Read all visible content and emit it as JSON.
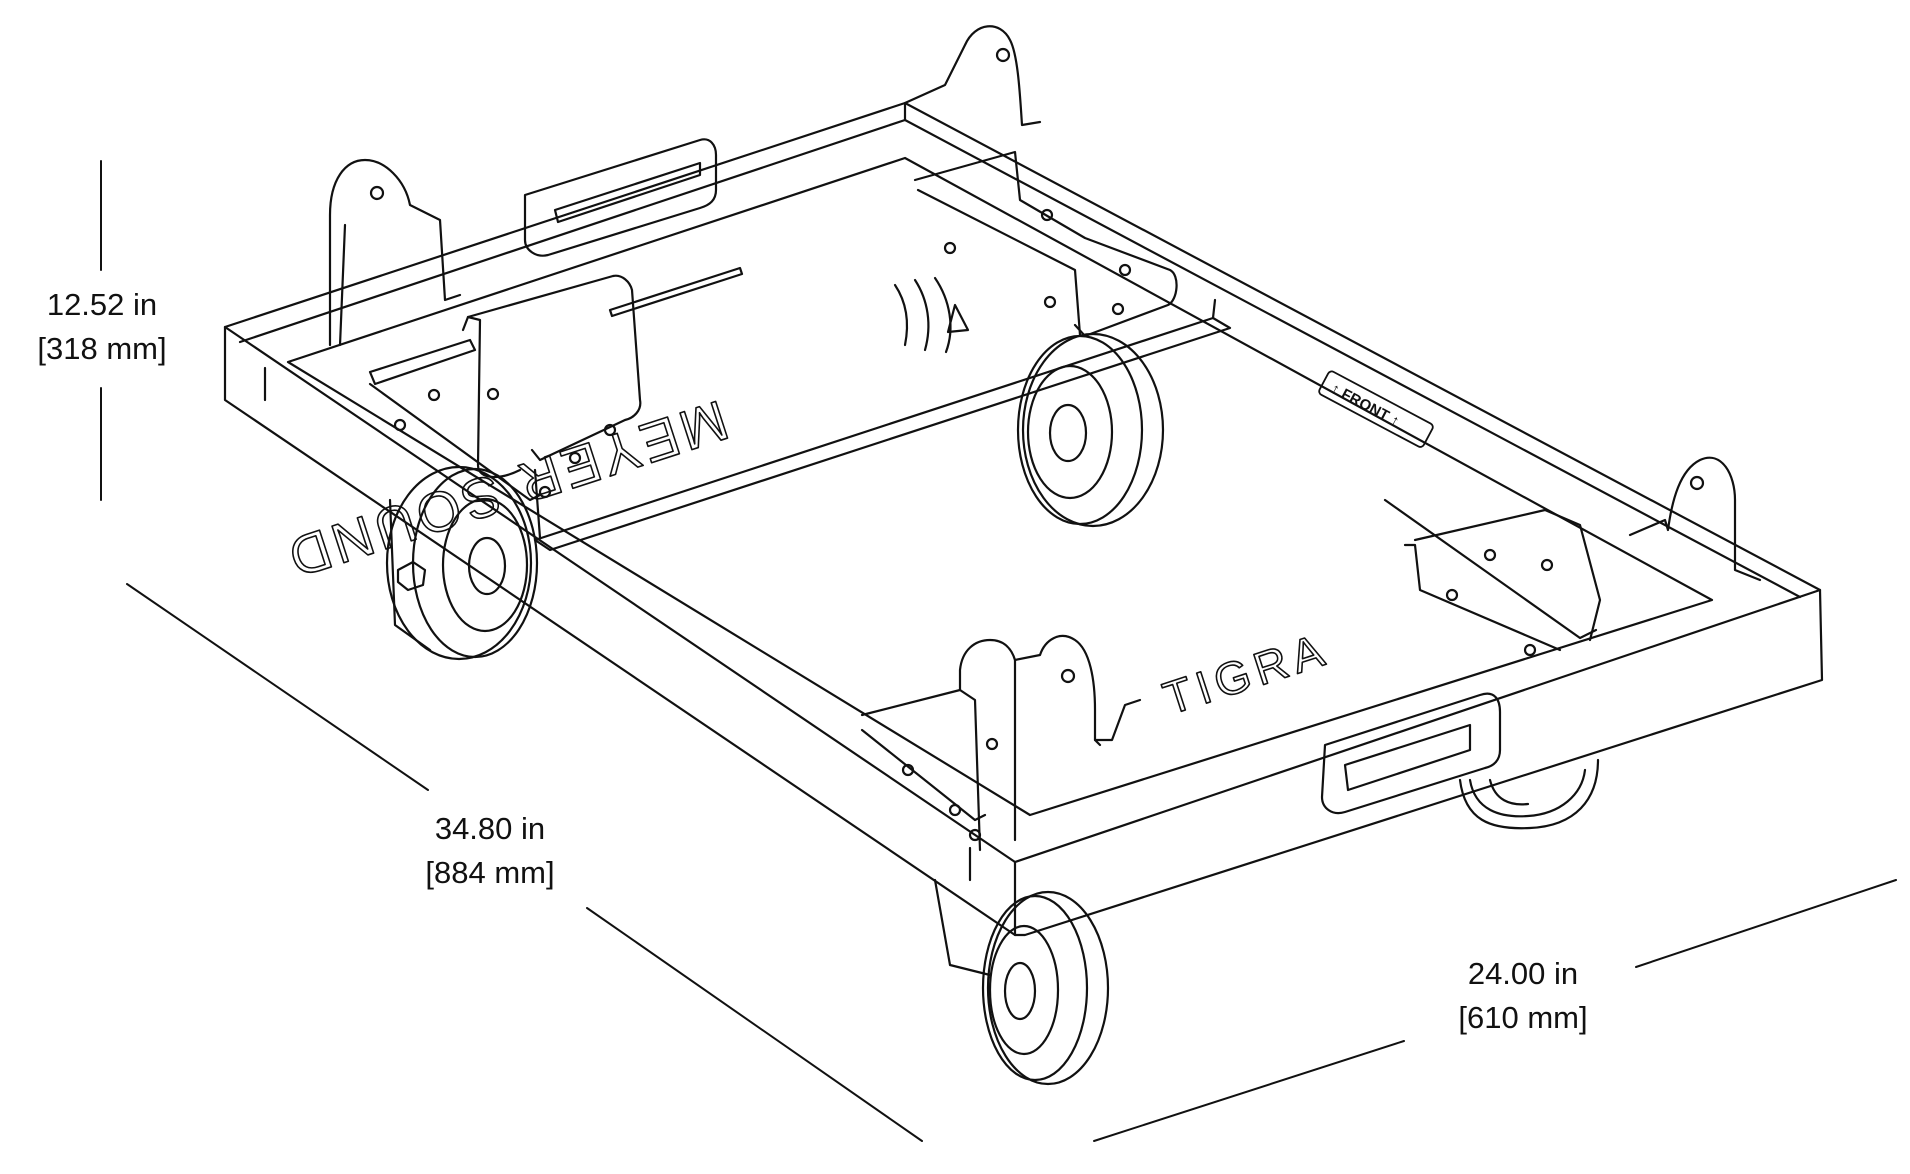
{
  "dimensions": {
    "height": {
      "imperial": "12.52 in",
      "metric": "[318 mm]"
    },
    "length": {
      "imperial": "34.80 in",
      "metric": "[884 mm]"
    },
    "width": {
      "imperial": "24.00 in",
      "metric": "[610 mm]"
    }
  },
  "markings": {
    "brand_front": "TIGRA",
    "front_label": "↑ FRONT ↑",
    "logo_text": "MEYER SOUND"
  },
  "colors": {
    "line": "#111111",
    "background": "#ffffff"
  }
}
